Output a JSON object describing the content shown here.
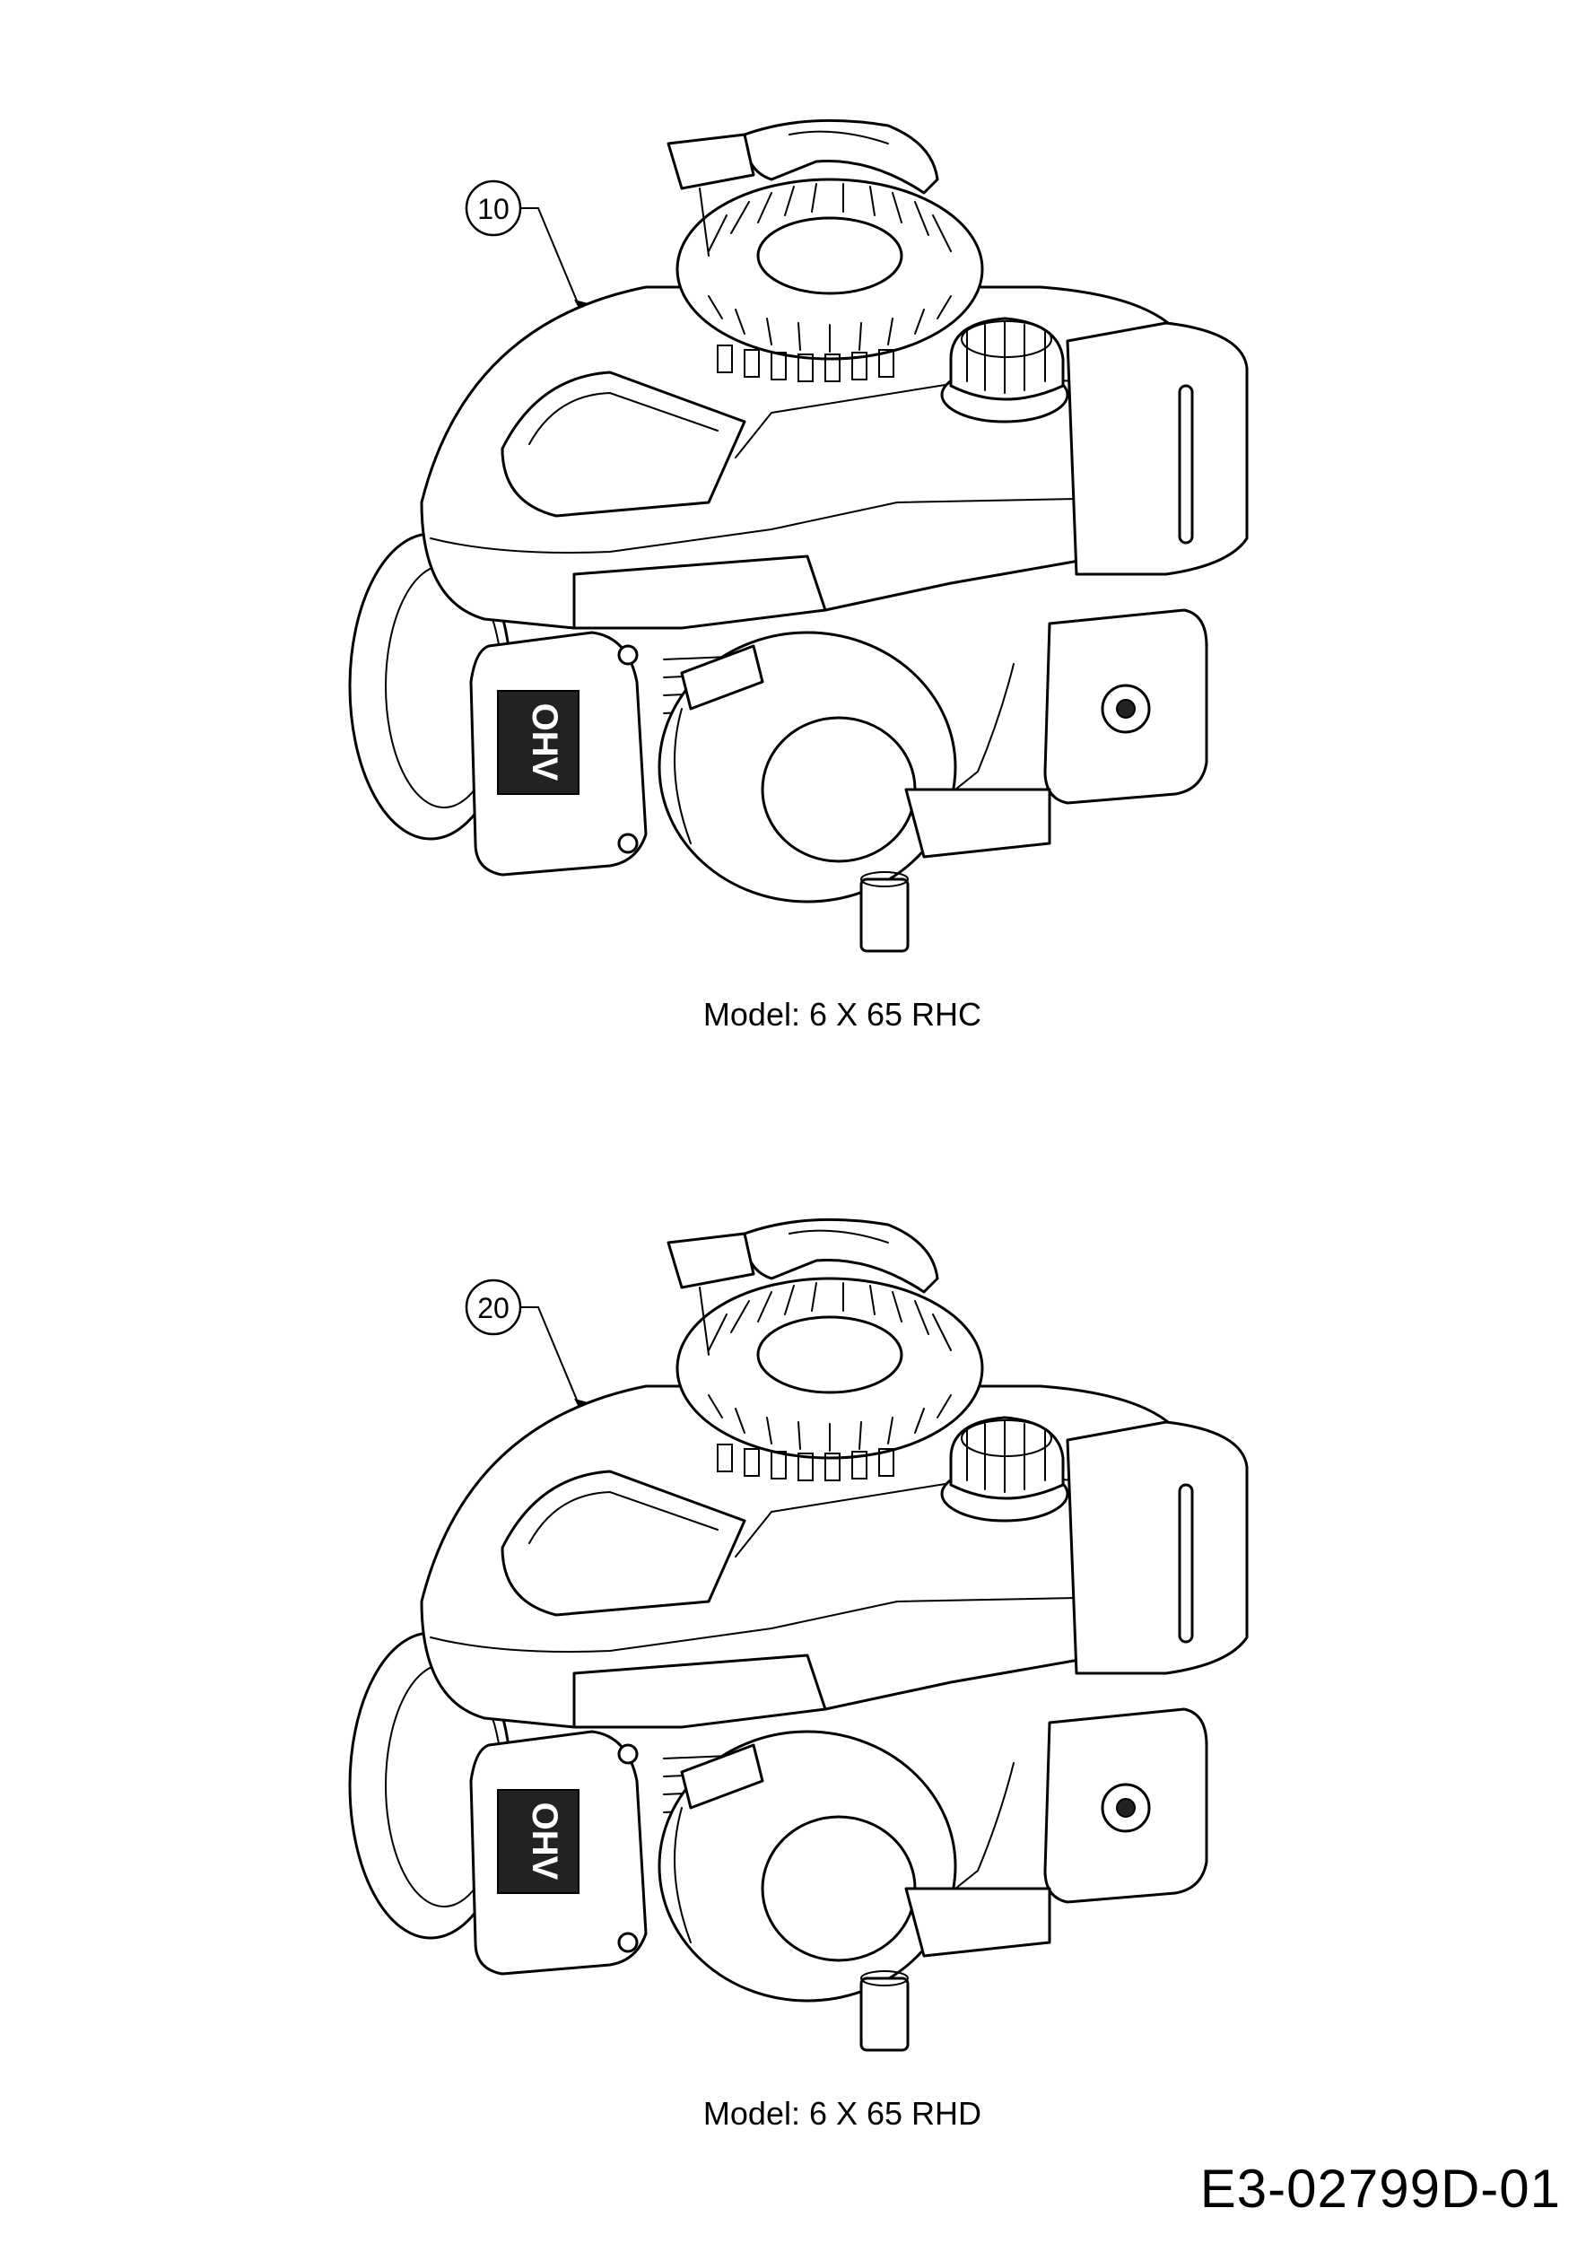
{
  "engines": [
    {
      "callout": "10",
      "caption": "Model: 6 X 65 RHC",
      "valve_cover_text": "OHV"
    },
    {
      "callout": "20",
      "caption": "Model: 6 X 65 RHD",
      "valve_cover_text": "OHV"
    }
  ],
  "drawing_id": "E3-02799D-01"
}
